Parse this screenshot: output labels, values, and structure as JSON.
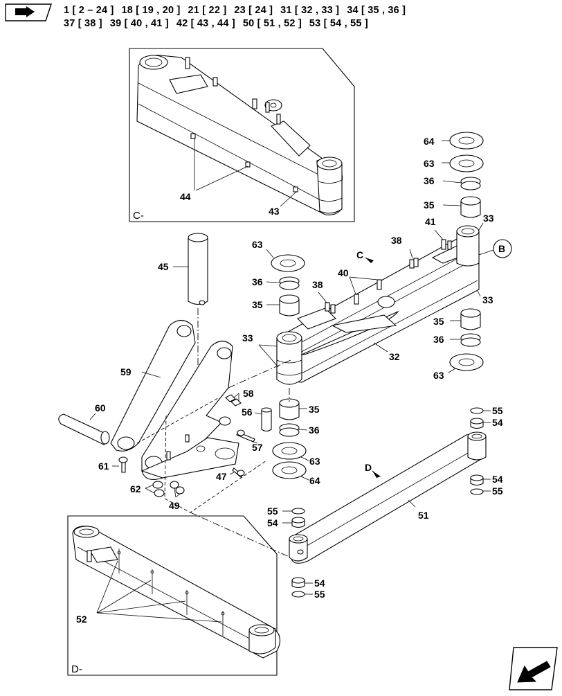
{
  "header": {
    "row1": [
      "1 [ 2 – 24 ]",
      "18 [ 19 , 20 ]",
      "21 [ 22 ]",
      "23 [ 24 ]",
      "31 [ 32 , 33 ]",
      "34 [ 35 , 36 ]"
    ],
    "row2": [
      "37 [ 38 ]",
      "39 [ 40 , 41 ]",
      "42 [ 43 , 44 ]",
      "50 [ 51 , 52 ]",
      "53 [ 54 , 55 ]"
    ]
  },
  "panels": {
    "c": "C-",
    "d": "D-"
  },
  "views": {
    "c": "C",
    "d": "D",
    "b": "B"
  },
  "callouts": {
    "n64a": "64",
    "n63a": "63",
    "n36a": "36",
    "n35a": "35",
    "n33a": "33",
    "n41": "41",
    "n38a": "38",
    "n63b": "63",
    "n36b": "36",
    "n35b": "35",
    "n40": "40",
    "n38b": "38",
    "n33b": "33",
    "n35c": "35",
    "n36c": "36",
    "n33c": "33",
    "n32": "32",
    "n63c": "63",
    "n45": "45",
    "n59": "59",
    "n60": "60",
    "n58": "58",
    "n56": "56",
    "n35d": "35",
    "n36d": "36",
    "n57": "57",
    "n63d": "63",
    "n64b": "64",
    "n61": "61",
    "n47": "47",
    "n62": "62",
    "n49": "49",
    "n55a": "55",
    "n54a": "54",
    "n54b": "54",
    "n55b": "55",
    "n51": "51",
    "n55c": "55",
    "n54c": "54",
    "n54d": "54",
    "n55d": "55",
    "n44": "44",
    "n43": "43",
    "n52": "52"
  }
}
